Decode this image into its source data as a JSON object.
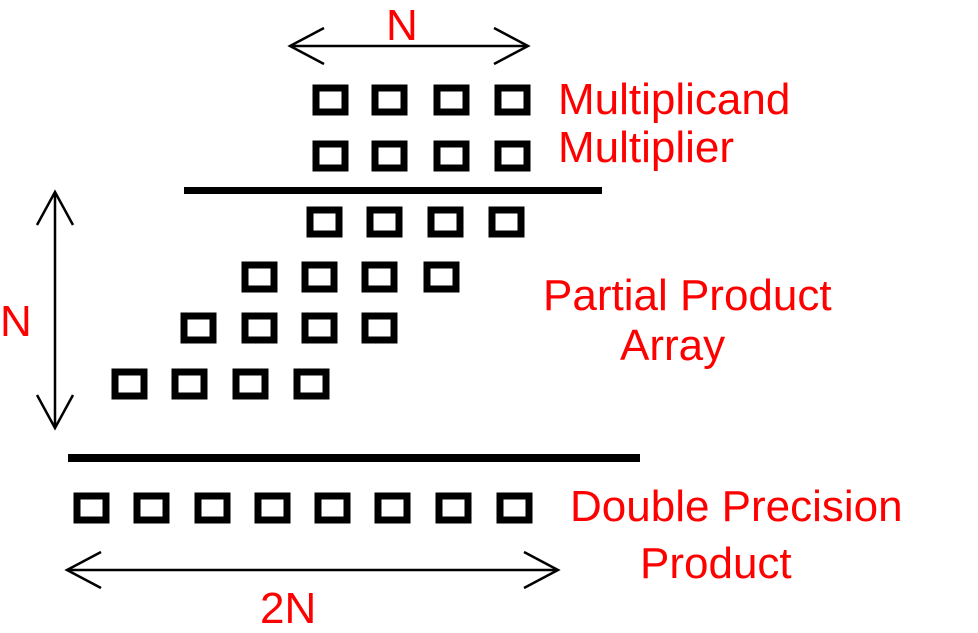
{
  "labels": {
    "width_top": "N",
    "multiplicand": "Multiplicand",
    "multiplier": "Multiplier",
    "partial_line1": "Partial Product",
    "partial_line2": "Array",
    "height_left": "N",
    "product_line1": "Double Precision",
    "product_line2": "Product",
    "width_bottom": "2N"
  },
  "colors": {
    "label": "#ff0000",
    "box": "#000000",
    "line": "#000000",
    "background": "#ffffff"
  },
  "structure": {
    "operand_bits": 4,
    "partial_product_rows": 4,
    "product_bits": 8
  }
}
